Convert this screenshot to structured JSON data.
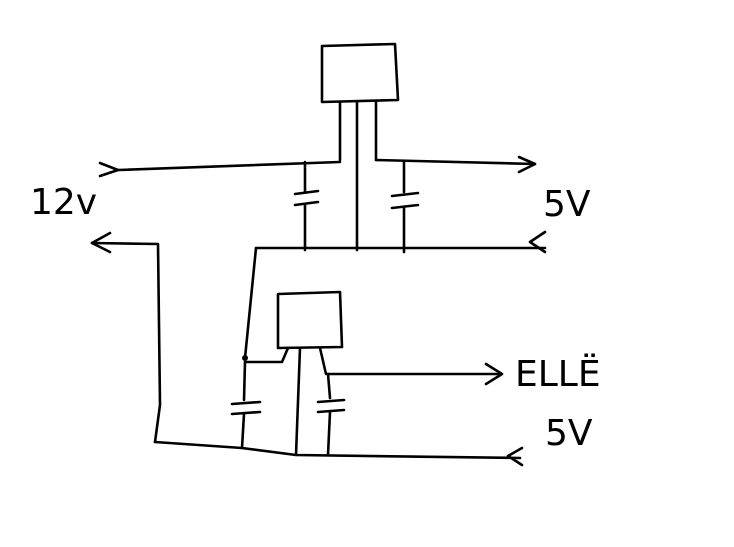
{
  "labels": {
    "input_voltage": "12v",
    "output_top": "5V",
    "output_right": "ELLË",
    "output_bottom": "5V"
  },
  "colors": {
    "ink": "#000000",
    "background": "#ffffff"
  }
}
